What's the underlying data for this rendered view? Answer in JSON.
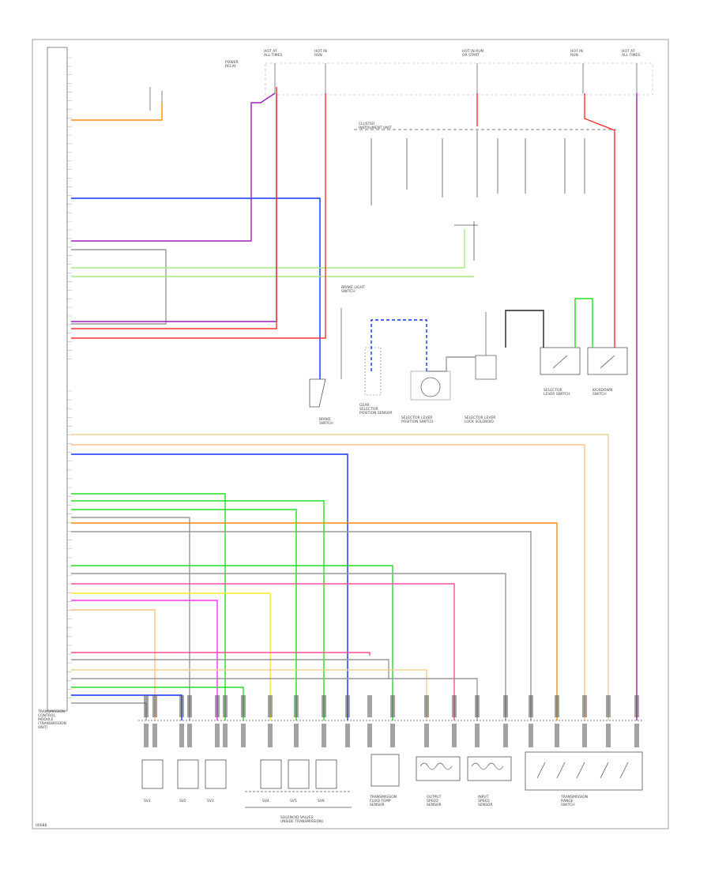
{
  "diagram": {
    "footer_code": "00088",
    "ecu_label": [
      "TRANSMISSION",
      "CONTROL",
      "MODULE",
      "(TRANSMISSION",
      "UNIT)"
    ],
    "fuse_labels": [
      [
        "HOT AT",
        "ALL TIMES"
      ],
      [
        "HOT IN",
        "RUN"
      ],
      [
        "HOT IN RUN",
        "OR START"
      ],
      [
        "HOT IN",
        "RUN"
      ],
      [
        "HOT AT",
        "ALL TIMES"
      ]
    ],
    "power_relay_label": [
      "POWER",
      "RELAY"
    ],
    "instrument_unit_label": [
      "CLUSTER",
      "INSTRUMENT UNIT"
    ],
    "brake_switch_label": [
      "BRAKE LIGHT",
      "SWITCH"
    ],
    "component_labels": [
      [
        "BRAKE",
        "SWITCH"
      ],
      [
        "GEAR",
        "SELECTOR",
        "POSITION SENSOR"
      ],
      [
        "SELECTOR LEVER",
        "POSITION SWITCH"
      ],
      [
        "SELECTOR LEVER",
        "LOCK SOLENOID"
      ],
      [
        "SELECTOR",
        "LEVER SWITCH"
      ],
      [
        "KICKDOWN",
        "SWITCH"
      ]
    ],
    "bottom_labels": [
      [
        "SOLENOID VALVES",
        "(INSIDE TRANSMISSION)"
      ],
      [
        "TRANSMISSION",
        "FLUID TEMP",
        "SENSOR"
      ],
      [
        "OUTPUT",
        "SPEED",
        "SENSOR"
      ],
      [
        "INPUT",
        "SPEED",
        "SENSOR"
      ],
      [
        "TRANSMISSION",
        "RANGE",
        "SWITCH"
      ]
    ],
    "solenoid_names": [
      "SV1",
      "SV2",
      "SV3",
      "SV4",
      "SV5",
      "SV6"
    ],
    "colors": {
      "red": "#ff3030",
      "purple": "#9a1fb8",
      "blue": "#1030ff",
      "green": "#22dd22",
      "lightgreen": "#a8e880",
      "orange": "#ff8a10",
      "yellow": "#f0f020",
      "pink": "#ff4da0",
      "magenta": "#ff30ff",
      "tan": "#f0d090",
      "peach": "#ffc080",
      "gray": "#999999",
      "black": "#222222"
    }
  }
}
